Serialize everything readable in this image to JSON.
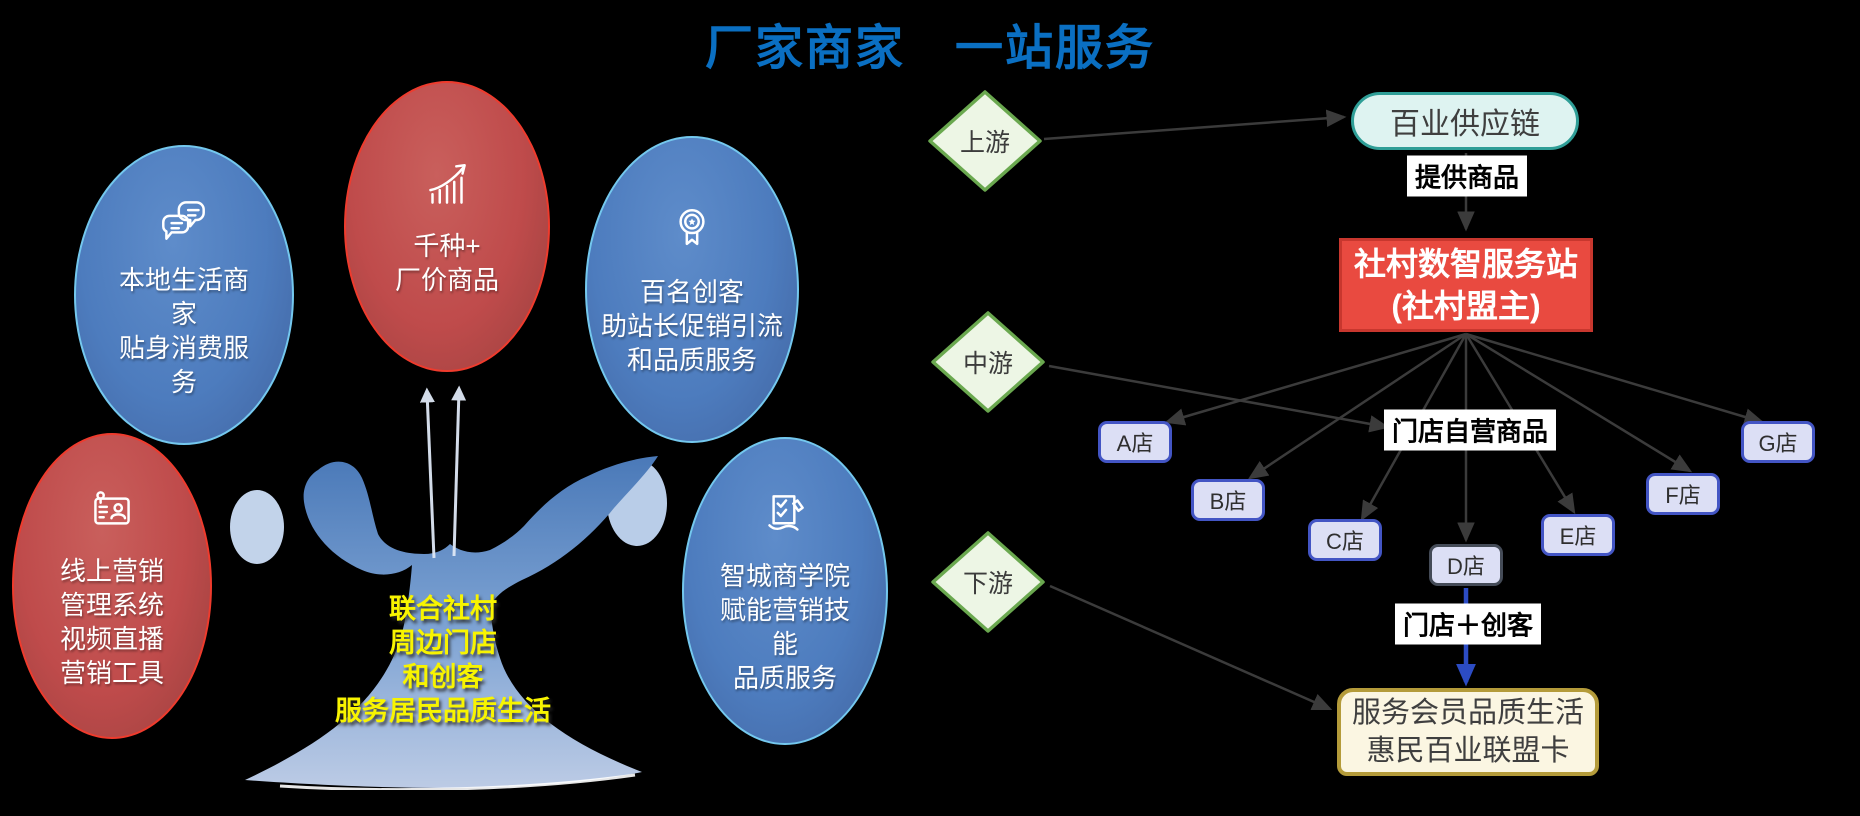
{
  "title": "厂家商家　一站服务",
  "bubbles": [
    {
      "icon": "chat-bubbles-icon",
      "lines": [
        "本地生活商家",
        "贴身消费服务"
      ]
    },
    {
      "icon": "growth-chart-icon",
      "lines": [
        "千种+",
        "厂价商品"
      ]
    },
    {
      "icon": "medal-icon",
      "lines": [
        "百名创客",
        "助站长促销引流",
        "和品质服务"
      ]
    },
    {
      "icon": "id-badge-icon",
      "lines": [
        "线上营销",
        "管理系统",
        "视频直播",
        "营销工具"
      ]
    },
    {
      "icon": "checklist-pen-icon",
      "lines": [
        "智城商学院",
        "赋能营销技能",
        "品质服务"
      ]
    }
  ],
  "tree": {
    "lines": [
      "联合社村",
      "周边门店",
      "和创客",
      "服务居民品质生活"
    ]
  },
  "flow": {
    "diamonds": [
      {
        "label": "上游"
      },
      {
        "label": "中游"
      },
      {
        "label": "下游"
      }
    ],
    "supply_chain_label": "百业供应链",
    "provide_goods_label": "提供商品",
    "hub": {
      "line1": "社村数智服务站",
      "line2": "(社村盟主)"
    },
    "self_goods_label": "门店自营商品",
    "stores": [
      "A店",
      "B店",
      "C店",
      "D店",
      "E店",
      "F店",
      "G店"
    ],
    "store_maker_label": "门店＋创客",
    "benefit": {
      "line1": "服务会员品质生活",
      "line2": "惠民百业联盟卡"
    }
  },
  "colors": {
    "title_blue": "#0a6fc2",
    "bubble_blue": "#4d7cbe",
    "bubble_red": "#bf4b4b",
    "tree_text_yellow": "#f8f400",
    "diamond_fill": "#edf6e5",
    "diamond_border_green": "#6aa84f",
    "supply_fill": "#def3f1",
    "supply_border_teal": "#2f9e97",
    "hub_red": "#e94a40",
    "store_fill": "#dcdff5",
    "store_border_blue": "#4355c4",
    "benefit_fill": "#fbf6e2",
    "benefit_border_gold": "#b49b3a",
    "arrow_dark": "#3b3b3b",
    "arrow_blue": "#2c4cc4"
  }
}
